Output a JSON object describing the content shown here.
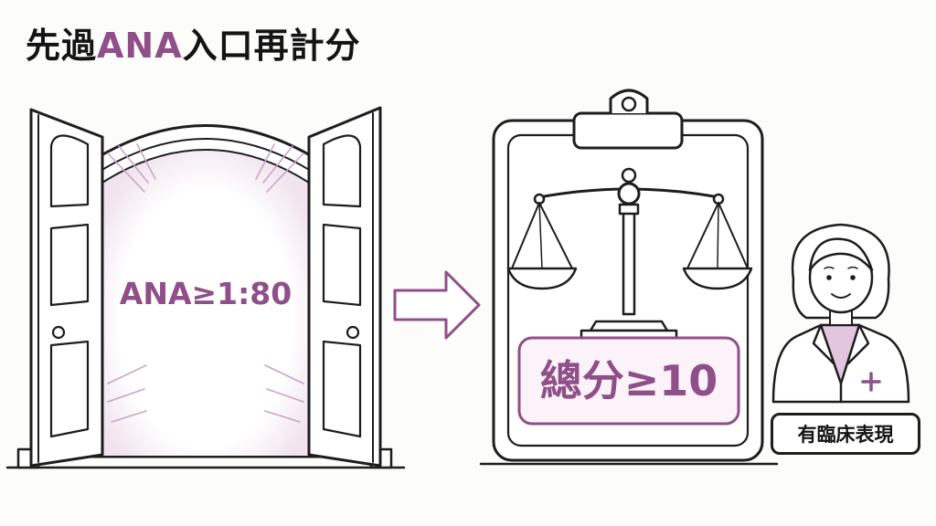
{
  "title": {
    "prefix": "先過",
    "highlight": "ANA",
    "suffix": "入口再計分"
  },
  "door": {
    "label": "ANA≥1:80"
  },
  "clipboard": {
    "score_label": "總分≥10"
  },
  "doctor": {
    "badge_label": "有臨床表現"
  },
  "colors": {
    "accent": "#8f4f88",
    "ink": "#1d1d1d",
    "badge_fill": "#fbf3f9"
  }
}
